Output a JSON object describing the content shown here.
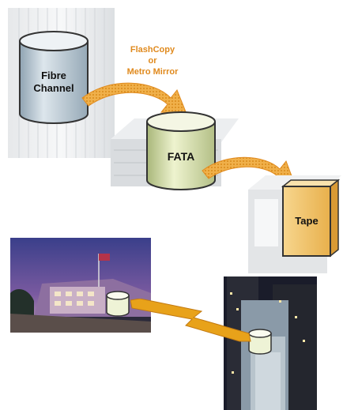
{
  "diagram": {
    "storage_tiers": [
      {
        "label_line1": "Fibre",
        "label_line2": "Channel"
      },
      {
        "label": "FATA"
      },
      {
        "label": "Tape"
      }
    ],
    "copy_method": {
      "line1": "FlashCopy",
      "line2": "or",
      "line3": "Metro Mirror"
    }
  },
  "colors": {
    "accent_orange": "#e08a1e",
    "fibre_channel_cylinder": "#b8c8d4",
    "fata_cylinder": "#d8e2a8",
    "tape_box": "#f2c670",
    "link_bolt": "#e8a21a"
  },
  "icons": [
    "server-rack",
    "storage-enclosure",
    "tape-library",
    "curved-arrow",
    "lightning-link"
  ]
}
